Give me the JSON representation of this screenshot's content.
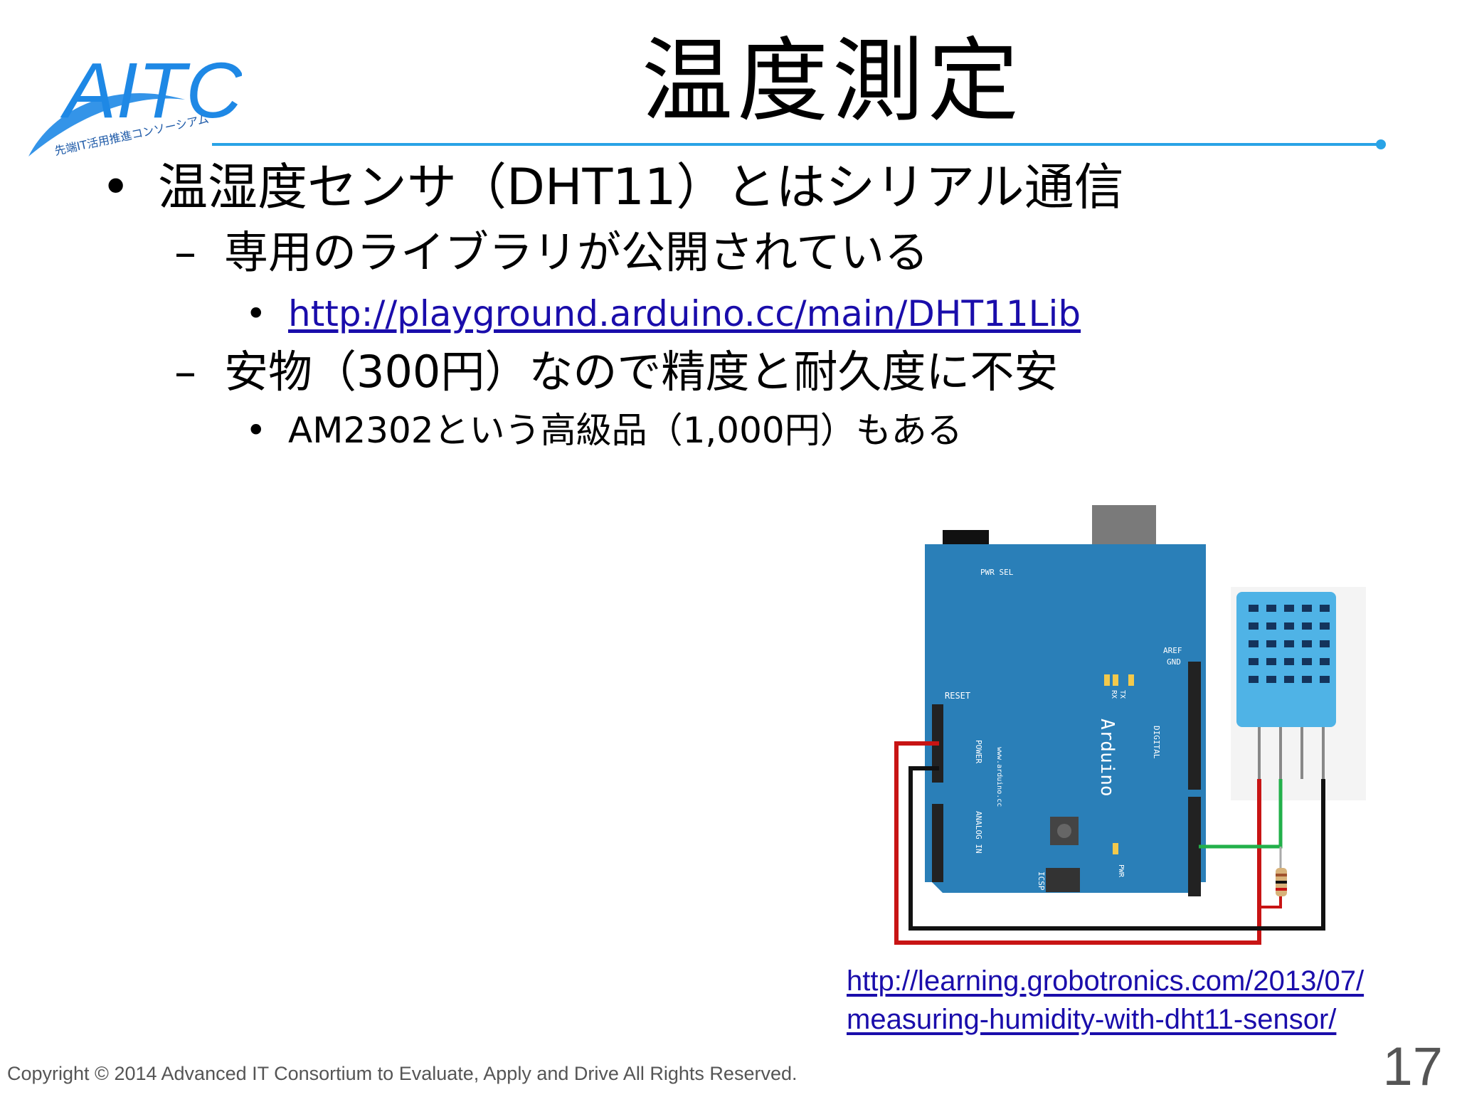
{
  "logo": {
    "text": "AITC",
    "subtitle": "先端IT活用推進コンソーシアム",
    "brand_color": "#1e88e5"
  },
  "title": "温度測定",
  "bullets": [
    {
      "level": 1,
      "marker": "•",
      "text": "温湿度センサ（DHT11）とはシリアル通信"
    },
    {
      "level": 2,
      "marker": "–",
      "text": "専用のライブラリが公開されている"
    },
    {
      "level": 3,
      "marker": "•",
      "text": "http://playground.arduino.cc/main/DHT11Lib"
    },
    {
      "level": 2,
      "marker": "–",
      "text": "安物（300円）なので精度と耐久度に不安"
    },
    {
      "level": 3,
      "marker": "•",
      "text": "AM2302という高級品（1,000円）もある"
    }
  ],
  "figure": {
    "board_label": "Arduino",
    "board_url": "www.arduino.cc",
    "pwr_sel": "PWR SEL",
    "reset": "RESET",
    "icsp": "ICSP",
    "aref": "AREF",
    "gnd": "GND",
    "digital": "DIGITAL",
    "power": "POWER",
    "analog_in": "ANALOG IN",
    "pwr": "PWR",
    "tx": "TX",
    "rx": "RX",
    "sensor_color": "#4fb3e6",
    "board_color": "#2a7fb8"
  },
  "source_link": {
    "line1": "http://learning.grobotronics.com/2013/07/",
    "line2": "measuring-humidity-with-dht11-sensor/"
  },
  "footer": {
    "copyright": "Copyright © 2014 Advanced IT Consortium to Evaluate, Apply and Drive All Rights Reserved.",
    "page_number": "17"
  }
}
